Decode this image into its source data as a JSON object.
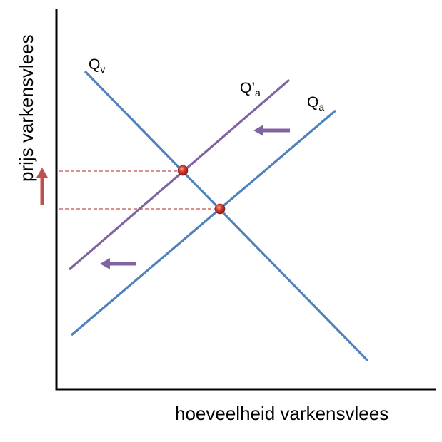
{
  "diagram": {
    "x_axis_label": "hoeveelheid varkensvlees",
    "y_axis_label": "prijs varkensvlees",
    "curves": {
      "supply": {
        "base": "Q",
        "sub": "v"
      },
      "demand_new": {
        "base": "Q’",
        "sub": "a"
      },
      "demand": {
        "base": "Q",
        "sub": "a"
      }
    },
    "colors": {
      "blue_line": "#4f81bd",
      "purple_line": "#8064a2",
      "purple_arrow": "#8064a2",
      "red_arrow": "#c0504d",
      "dashed_line": "#c0504d",
      "point": "#c0392b",
      "axis": "#000000"
    },
    "icons": {
      "shift_arrows": "left-arrow-icon",
      "price_arrow": "up-arrow-icon"
    }
  }
}
